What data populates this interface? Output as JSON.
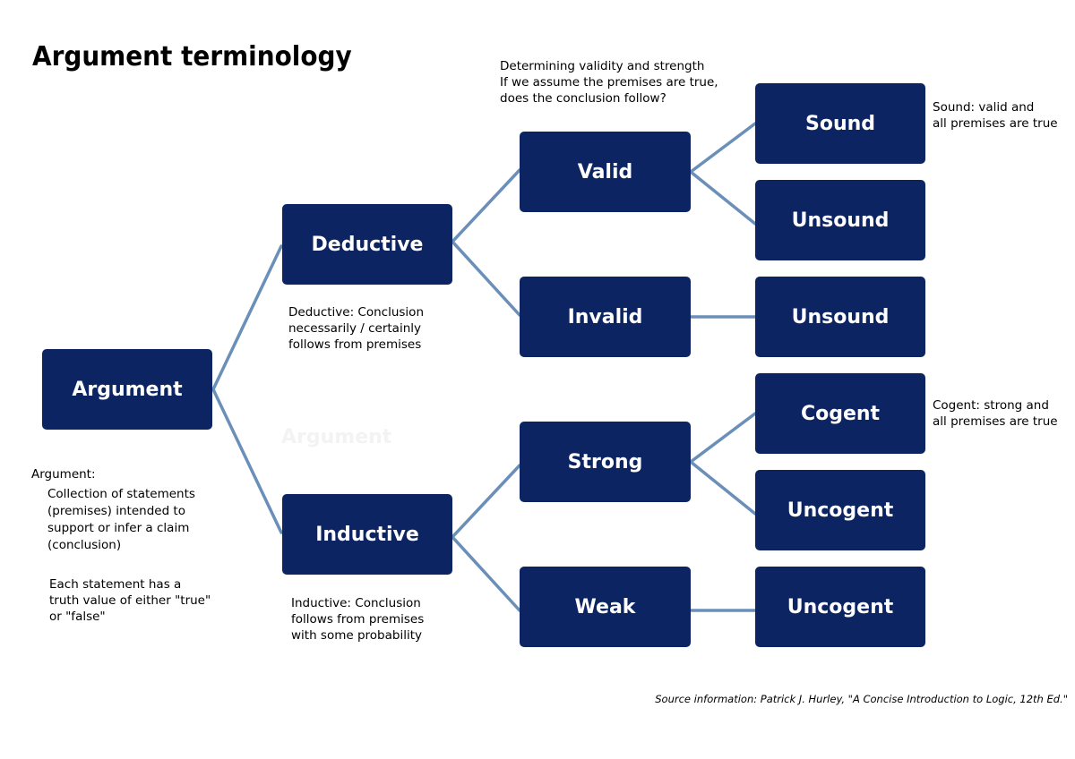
{
  "title": "Argument terminology",
  "header_note": {
    "line1": "Determining validity and strength",
    "line2": "If we assume the premises are true,",
    "line3": "does the conclusion follow?"
  },
  "nodes": {
    "argument": "Argument",
    "deductive": "Deductive",
    "inductive": "Inductive",
    "valid": "Valid",
    "invalid": "Invalid",
    "strong": "Strong",
    "weak": "Weak",
    "sound": "Sound",
    "unsound_valid": "Unsound",
    "unsound_invalid": "Unsound",
    "cogent": "Cogent",
    "uncogent_strong": "Uncogent",
    "uncogent_weak": "Uncogent"
  },
  "notes": {
    "sound": {
      "line1": "Sound: valid and",
      "line2": "all premises are true"
    },
    "cogent": {
      "line1": "Cogent: strong and",
      "line2": "all premises are true"
    },
    "deductive": {
      "line1": "Deductive: Conclusion",
      "line2": "necessarily / certainly",
      "line3": "follows from premises"
    },
    "inductive": {
      "line1": "Inductive: Conclusion",
      "line2": "follows from premises",
      "line3": "with some probability"
    },
    "argument": {
      "heading": "Argument:",
      "line1": "Collection of statements",
      "line2": "(premises) intended to",
      "line3": "support or infer a claim",
      "line4": "(conclusion)",
      "line5": "Each statement has a",
      "line6": "truth value of either \"true\"",
      "line7": "or \"false\""
    }
  },
  "ghost_text": "Argument",
  "source": "Source information: Patrick J. Hurley, \"A Concise Introduction to Logic, 12th Ed.\"",
  "colors": {
    "node_fill": "#0c2461",
    "connector": "#6a8fb8",
    "node_text": "#ffffff"
  }
}
